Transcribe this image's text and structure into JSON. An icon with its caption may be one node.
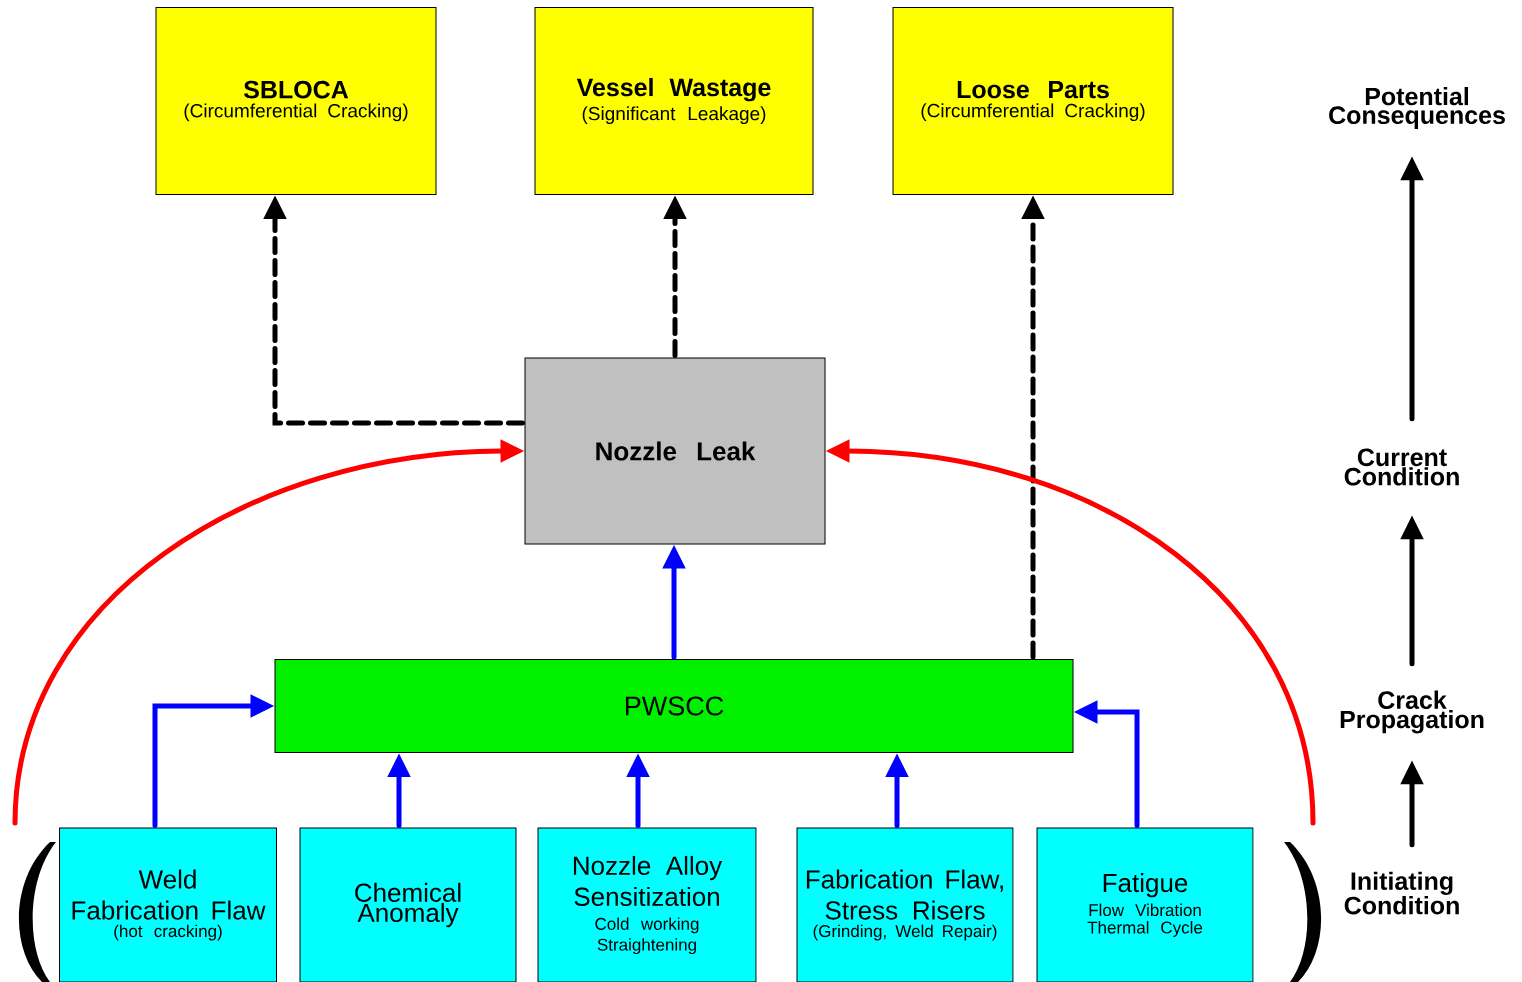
{
  "diagram": {
    "nodes": [
      {
        "text": [
          "SBLOCA",
          "(Circumferential Cracking)"
        ]
      },
      {
        "text": [
          "Vessel Wastage",
          "(Significant Leakage)"
        ]
      },
      {
        "text": [
          "Loose Parts",
          "(Circumferential Cracking)"
        ]
      },
      {
        "text": [
          "Nozzle Leak"
        ]
      },
      {
        "text": [
          "PWSCC"
        ]
      },
      {
        "text": [
          "Weld Fabrication Flaw",
          "(hot cracking)"
        ]
      },
      {
        "text": [
          "Chemical Anomaly"
        ]
      },
      {
        "text": [
          "Nozzle Alloy Sensitization",
          "Cold working",
          "Straightening"
        ]
      },
      {
        "text": [
          "Fabrication Flaw, Stress Risers",
          "(Grinding, Weld Repair)"
        ]
      },
      {
        "text": [
          "Fatigue",
          "Flow Vibration",
          "Thermal Cycle"
        ]
      },
      {
        "text": [
          "Potential Consequences"
        ]
      },
      {
        "text": [
          "Current Condition"
        ]
      },
      {
        "text": [
          "Crack Propagation"
        ]
      },
      {
        "text": [
          "Initiating Condition"
        ]
      },
      {
        "text": [],
        "shape": "bracket"
      },
      {
        "text": [],
        "shape": "bracket"
      }
    ],
    "edges": [
      {
        "from": 3,
        "to": 0,
        "arrow": "to",
        "style": "dashed",
        "color": "#000000"
      },
      {
        "from": 3,
        "to": 1,
        "arrow": "to",
        "style": "dashed",
        "color": "#000000"
      },
      {
        "from": 4,
        "to": 2,
        "arrow": "to",
        "style": "dashed",
        "color": "#000000"
      },
      {
        "from": null,
        "to": 3,
        "arrow": "to",
        "color": "#ff0000"
      },
      {
        "from": null,
        "to": 3,
        "arrow": "to",
        "color": "#ff0000"
      },
      {
        "from": 5,
        "to": 4,
        "arrow": "to",
        "color": "#0000ff"
      },
      {
        "from": 6,
        "to": 4,
        "arrow": "to",
        "color": "#0000ff"
      },
      {
        "from": 7,
        "to": 4,
        "arrow": "to",
        "color": "#0000ff"
      },
      {
        "from": 8,
        "to": 4,
        "arrow": "to",
        "color": "#0000ff"
      },
      {
        "from": 9,
        "to": 4,
        "arrow": "to",
        "color": "#0000ff"
      },
      {
        "from": 4,
        "to": 3,
        "arrow": "to",
        "color": "#0000ff"
      },
      {
        "from": 13,
        "to": 12,
        "arrow": "to",
        "color": "#000000"
      },
      {
        "from": 12,
        "to": 11,
        "arrow": "to",
        "color": "#000000"
      },
      {
        "from": 11,
        "to": 10,
        "arrow": "to",
        "color": "#000000"
      }
    ]
  }
}
